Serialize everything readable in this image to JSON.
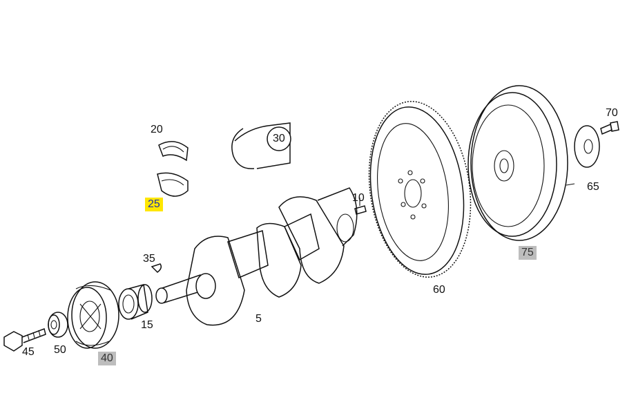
{
  "diagram": {
    "parts": [
      {
        "id": "p20",
        "number": "20",
        "highlight": "none"
      },
      {
        "id": "p25",
        "number": "25",
        "highlight": "yellow"
      },
      {
        "id": "p30",
        "number": "30",
        "highlight": "circle"
      },
      {
        "id": "p10",
        "number": "10",
        "highlight": "none"
      },
      {
        "id": "p35",
        "number": "35",
        "highlight": "none"
      },
      {
        "id": "p5",
        "number": "5",
        "highlight": "none"
      },
      {
        "id": "p15",
        "number": "15",
        "highlight": "none"
      },
      {
        "id": "p40",
        "number": "40",
        "highlight": "gray"
      },
      {
        "id": "p45",
        "number": "45",
        "highlight": "none"
      },
      {
        "id": "p50",
        "number": "50",
        "highlight": "none"
      },
      {
        "id": "p60",
        "number": "60",
        "highlight": "none"
      },
      {
        "id": "p65",
        "number": "65",
        "highlight": "none"
      },
      {
        "id": "p70",
        "number": "70",
        "highlight": "none"
      },
      {
        "id": "p75",
        "number": "75",
        "highlight": "gray"
      }
    ],
    "colors": {
      "yellow_highlight": "#ffe600",
      "gray_highlight": "#bdbdbd",
      "line": "#111111"
    }
  }
}
